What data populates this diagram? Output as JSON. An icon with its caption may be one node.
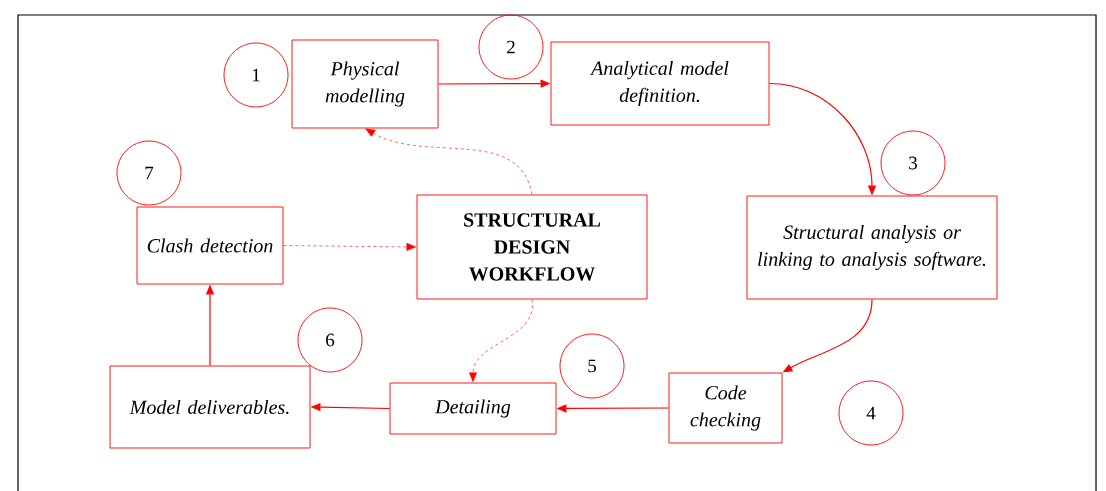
{
  "diagram": {
    "nodes": [
      {
        "text": [
          "Physical modelling"
        ]
      },
      {
        "text": [
          "Analytical model definition."
        ]
      },
      {
        "text": [
          "Structural analysis or linking to analysis software."
        ]
      },
      {
        "text": [
          "Code checking"
        ]
      },
      {
        "text": [
          "Detailing"
        ]
      },
      {
        "text": [
          "Model deliverables."
        ]
      },
      {
        "text": [
          "Clash detection"
        ]
      },
      {
        "text": [
          "STRUCTURAL DESIGN WORKFLOW"
        ]
      },
      {
        "text": [
          "1"
        ]
      },
      {
        "text": [
          "2"
        ]
      },
      {
        "text": [
          "3"
        ]
      },
      {
        "text": [
          "4"
        ]
      },
      {
        "text": [
          "5"
        ]
      },
      {
        "text": [
          "6"
        ]
      },
      {
        "text": [
          "7"
        ]
      }
    ],
    "edges": [
      {
        "from": 0,
        "to": 1,
        "arrow": "to"
      },
      {
        "from": 1,
        "to": 2,
        "arrow": "to"
      },
      {
        "from": 2,
        "to": 3,
        "arrow": "to"
      },
      {
        "from": 3,
        "to": 4,
        "arrow": "to"
      },
      {
        "from": 4,
        "to": 5,
        "arrow": "to"
      },
      {
        "from": 5,
        "to": 6,
        "arrow": "to"
      },
      {
        "from": 6,
        "to": 7,
        "arrow": "to",
        "style": "dashed"
      },
      {
        "from": 7,
        "to": 0,
        "arrow": "to",
        "style": "dashed"
      },
      {
        "from": 7,
        "to": 4,
        "arrow": "to",
        "style": "dashed"
      }
    ]
  }
}
